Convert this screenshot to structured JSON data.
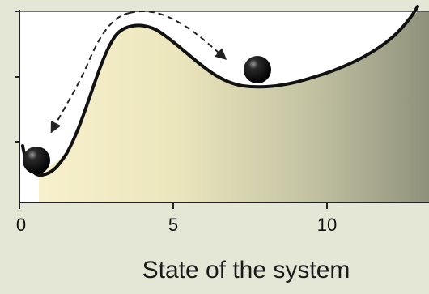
{
  "xaxis": {
    "label": "State of the system",
    "ticks": [
      "0",
      "5",
      "10"
    ]
  },
  "colors": {
    "background": "#e5e7d6",
    "curve": "#111111",
    "fill_left": "#f7f0cc",
    "fill_right": "#8f917b",
    "ball": "#0a0a0a"
  }
}
